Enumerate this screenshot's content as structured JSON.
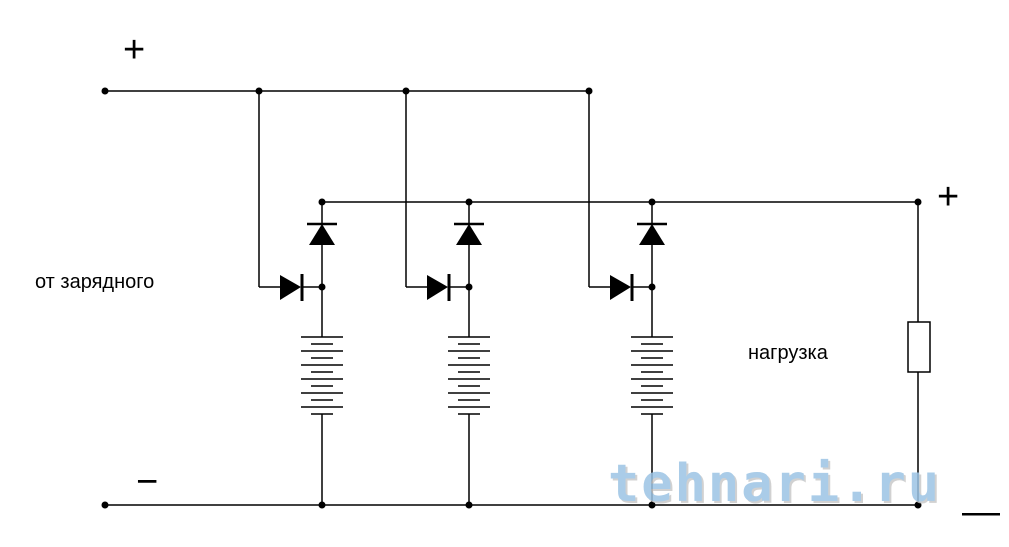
{
  "labels": {
    "input_plus": "+",
    "input_minus": "−",
    "output_plus": "+",
    "output_minus": "—",
    "charger": "от зарядного",
    "load": "нагрузка"
  },
  "watermark": "tehnari.ru",
  "branches": 3
}
